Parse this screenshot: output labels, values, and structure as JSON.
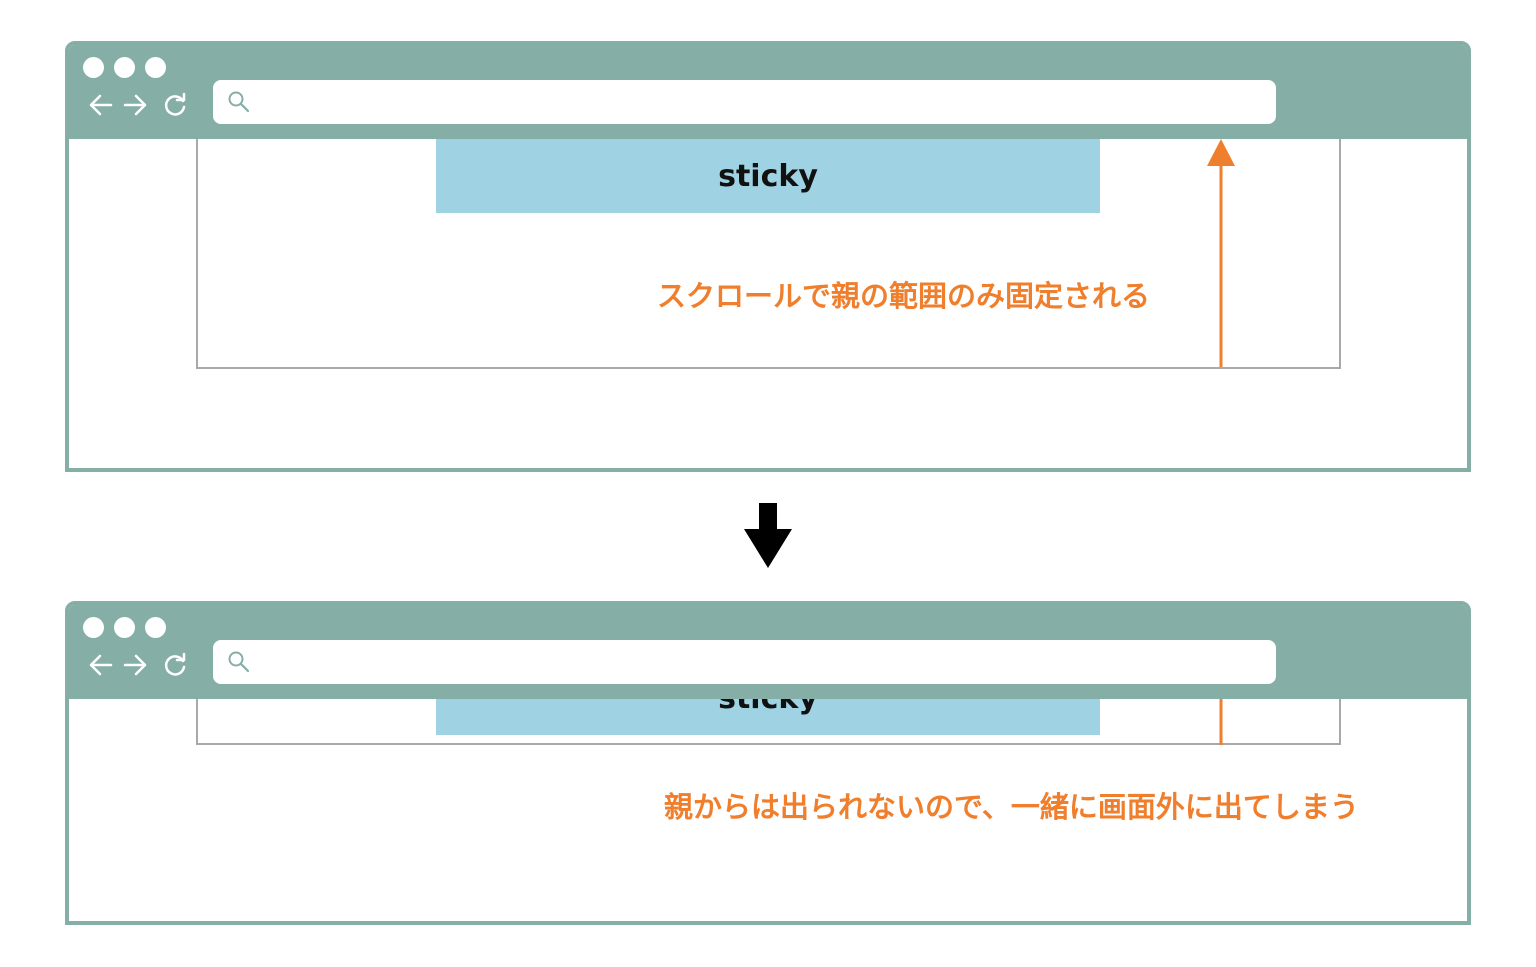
{
  "panels": [
    {
      "sticky_label": "sticky",
      "caption": "スクロールで親の範囲のみ固定される"
    },
    {
      "sticky_label": "sticky",
      "caption": "親からは出られないので、一緒に画面外に出てしまう"
    }
  ],
  "colors": {
    "browser_chrome": "#85aea6",
    "sticky_fill": "#9fd3e4",
    "caption_text": "#f07f2d",
    "parent_border": "#a9a9a9"
  },
  "icons": [
    "back-arrow-icon",
    "forward-arrow-icon",
    "reload-icon",
    "search-icon",
    "down-arrow-icon"
  ]
}
